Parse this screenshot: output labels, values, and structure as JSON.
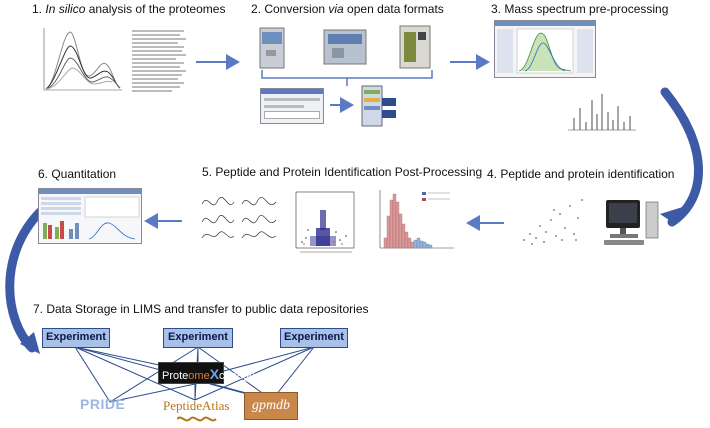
{
  "steps": {
    "s1": {
      "num": "1.",
      "italic": "In silico",
      "rest": " analysis of the proteomes"
    },
    "s2": {
      "pre": "2. Conversion ",
      "italic": "via",
      "rest": " open data formats"
    },
    "s3": {
      "label": "3. Mass spectrum pre-processing"
    },
    "s4": {
      "label": "4. Peptide and protein identification"
    },
    "s5": {
      "label": "5. Peptide and Protein Identification Post-Processing"
    },
    "s6": {
      "label": "6. Quantitation"
    },
    "s7": {
      "label": "7. Data Storage in LIMS and transfer to public data repositories"
    }
  },
  "experiments": [
    "Experiment",
    "Experiment",
    "Experiment"
  ],
  "repositories": {
    "proteomexchange": {
      "a": "Prote",
      "b": "ome",
      "c": "X",
      "d": "change"
    },
    "pride": "PRIDE",
    "peptideatlas": "PeptideAtlas",
    "gpmdb": "gpmdb"
  },
  "colors": {
    "arrow": "#5b79c4",
    "box_fill": "#a9c0e8",
    "box_border": "#2c4c8e",
    "link": "#2c4c8e"
  }
}
